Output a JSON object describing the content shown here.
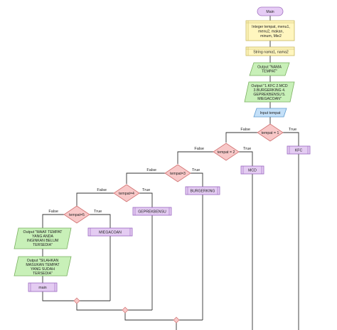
{
  "flowchart": {
    "start": "Main",
    "declare_integer": [
      "Integer tempat, menu1,",
      "menu2, makan,",
      "minum, Mie2"
    ],
    "declare_string": "String nama1, nama2",
    "output_title": [
      "Output \"NAMA",
      "TEMPAT\""
    ],
    "output_menu": [
      "Output \"1.KFC 2.MCD",
      "3.BURGERKING 4.",
      "GEPREKBENSU 5.",
      "MIEGACOAN\""
    ],
    "input": "Input tempat",
    "decisions": [
      "tempat = 1",
      "tempat = 2",
      "tempat=3",
      "tempat=4",
      "tempat=5"
    ],
    "calls": [
      "KFC",
      "MCD",
      "BURGERKING",
      "GEPREKBENSU",
      "MIEGACOAN",
      "main"
    ],
    "output_not_available": [
      "Output \"MAAF TEMPAT",
      "YANG ANDA",
      "INGINKAN BELUM",
      "TERSEDIA\""
    ],
    "output_choose": [
      "Output \"SILAHKAN",
      "MASUKAN TEMPAT",
      "YANG SUDAH",
      "TERSEDIA\""
    ],
    "true_label": "True",
    "false_label": "False"
  },
  "colors": {
    "terminal_fill": "#e6ccf5",
    "terminal_stroke": "#a070c0",
    "declare_fill": "#fff6bf",
    "declare_stroke": "#c8b860",
    "output_fill": "#c8f0b8",
    "output_stroke": "#7ab060",
    "input_fill": "#c4e0f8",
    "input_stroke": "#5c9ad0",
    "decision_fill": "#f8c8c8",
    "decision_stroke": "#d07070",
    "call_fill": "#e4ccf2",
    "call_stroke": "#9a66c0",
    "merge_fill": "#f8c8c8"
  }
}
